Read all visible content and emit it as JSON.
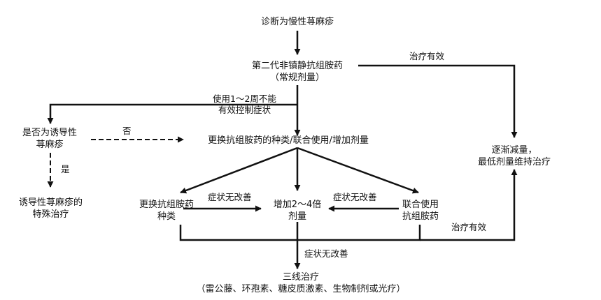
{
  "nodes": {
    "diagnosis": "诊断为慢性荨麻疹",
    "second_gen_line1": "第二代非镇静抗组胺药",
    "second_gen_line2": "（常规剂量）",
    "inducible_q_line1": "是否为诱导性",
    "inducible_q_line2": "荨麻疹",
    "change_combine": "更换抗组胺药的种类/联合使用/增加剂量",
    "taper_line1": "逐渐减量，",
    "taper_line2": "最低剂量维持治疗",
    "inducible_tx_line1": "诱导性荨麻疹的",
    "inducible_tx_line2": "特殊治疗",
    "change_type_line1": "更换抗组胺药",
    "change_type_line2": "种类",
    "increase_line1": "增加2～4倍",
    "increase_line2": "剂量",
    "combine_line1": "联合使用",
    "combine_line2": "抗组胺药",
    "third_line_line1": "三线治疗",
    "third_line_line2": "（雷公藤、环孢素、糖皮质激素、生物制剂或光疗）"
  },
  "labels": {
    "effective_top": "治疗有效",
    "no_control_line1": "使用1～2周不能",
    "no_control_line2": "有效控制症状",
    "no": "否",
    "yes": "是",
    "no_improve_left": "症状无改善",
    "no_improve_right": "症状无改善",
    "effective_bottom": "治疗有效",
    "no_improve_bottom": "症状无改善"
  }
}
